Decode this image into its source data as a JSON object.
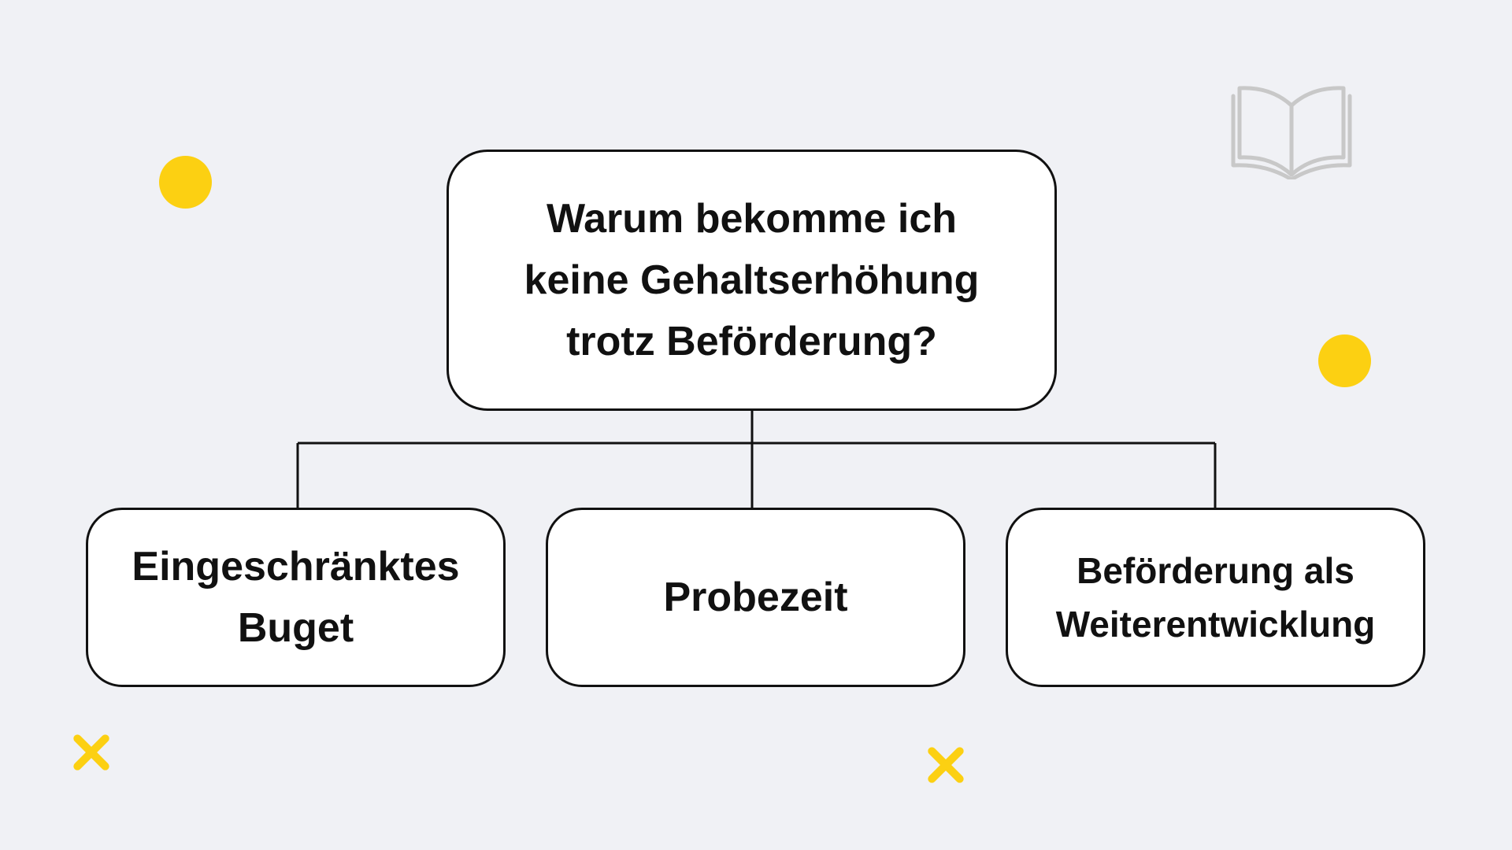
{
  "diagram": {
    "root": {
      "text": "Warum bekomme ich\nkeine Gehaltserhöhung\ntrotz Beförderung?"
    },
    "children": [
      {
        "text": "Eingeschränktes\nBuget"
      },
      {
        "text": "Probezeit"
      },
      {
        "text": "Beförderung als\nWeiterentwicklung"
      }
    ]
  },
  "decorations": {
    "accent_color": "#fcd012",
    "icon_color": "#c8c8c8",
    "dots": [
      "yellow-dot",
      "yellow-dot"
    ],
    "crosses": [
      "yellow-cross",
      "yellow-cross"
    ],
    "icons": [
      "book-icon"
    ]
  },
  "colors": {
    "background": "#f0f1f5",
    "node_fill": "#ffffff",
    "stroke": "#111111"
  }
}
